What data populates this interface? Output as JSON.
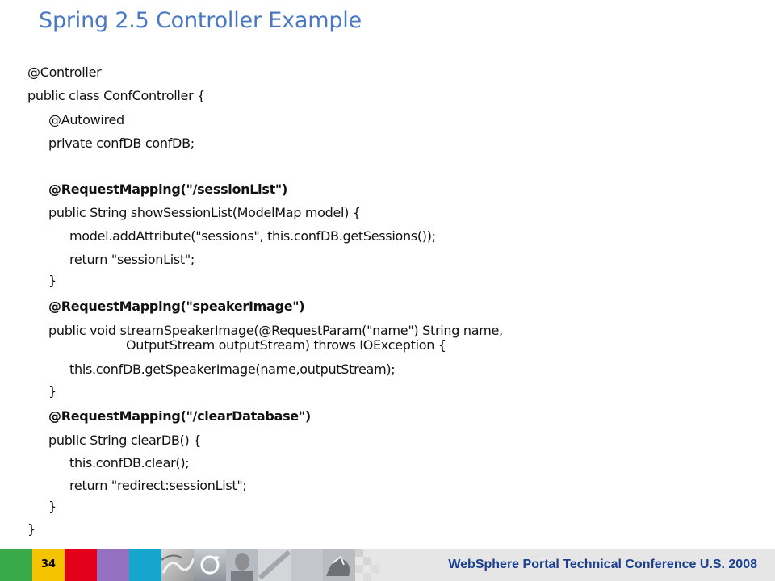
{
  "slide": {
    "title": "Spring 2.5 Controller Example",
    "code_lines": [
      {
        "text": "@Controller"
      },
      {
        "text": "public class ConfController {"
      },
      {
        "text": "@Autowired"
      },
      {
        "text": "private confDB confDB;"
      },
      {
        "text": "@RequestMapping(\"/sessionList\")"
      },
      {
        "text": "public String showSessionList(ModelMap model)    {"
      },
      {
        "text": "model.addAttribute(\"sessions\", this.confDB.getSessions());"
      },
      {
        "text": "return \"sessionList\";"
      },
      {
        "text": "}"
      },
      {
        "text": "@RequestMapping(\"speakerImage\")"
      },
      {
        "text": "public void streamSpeakerImage(@RequestParam(\"name\") String name,"
      },
      {
        "text": "OutputStream outputStream) throws IOException    {"
      },
      {
        "text": "this.confDB.getSpeakerImage(name,outputStream);"
      },
      {
        "text": "}"
      },
      {
        "text": "@RequestMapping(\"/clearDatabase\")"
      },
      {
        "text": "public String clearDB() {"
      },
      {
        "text": "this.confDB.clear();"
      },
      {
        "text": "return \"redirect:sessionList\";"
      },
      {
        "text": "}"
      },
      {
        "text": "}"
      }
    ]
  },
  "footer": {
    "page_number": "34",
    "conference": "WebSphere Portal Technical Conference U.S. 2008",
    "colors": {
      "green": "#39a94a",
      "yellow": "#f5c400",
      "red": "#e2001a",
      "purple": "#9370c0",
      "cyan": "#16a5cc",
      "text": "#1b3f8f"
    }
  },
  "theme": {
    "title_color": "#4a79c2",
    "background": "#ffffff"
  }
}
